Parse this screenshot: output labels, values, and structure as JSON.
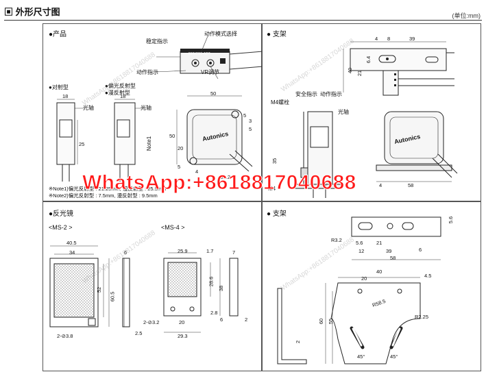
{
  "header": {
    "title": "外形尺寸图",
    "unit": "(单位:mm)"
  },
  "panels": {
    "product": {
      "title": "●产品",
      "labels": {
        "stable": "稳定指示",
        "mode_sel": "动作模式选择",
        "action": "动作指示",
        "vr": "VR调节",
        "through": "●对射型",
        "polar": "●偏光反射型",
        "retro": "●漫反射型",
        "axis1": "光轴",
        "axis2": "光轴",
        "note1_side": "Note1",
        "brand": "Autonics",
        "model": "BENCS0-ADT"
      },
      "dims": {
        "d18a": "18",
        "d18b": "18",
        "d25": "25",
        "d50w": "50",
        "d50h": "50",
        "d20": "20",
        "d5a": "5",
        "d5b": "5",
        "d4": "4",
        "d3": "3",
        "d5c": "5",
        "cable": "ø2.2"
      },
      "notes": [
        "※Note1)偏光反射型 : 21.25mm, 漫反射型 : 25.5mm",
        "※Note2)偏光反射型 : 7.5mm, 漫反射型 : 9.5mm"
      ]
    },
    "bracket1": {
      "title": "● 支架",
      "labels": {
        "m4": "M4螺栓",
        "safety": "安全指示",
        "action": "动作指示",
        "axis": "光轴",
        "brand": "Autonics",
        "m4b": "M4"
      },
      "dims": {
        "d4": "4",
        "d8": "8",
        "d39": "39",
        "d40": "40",
        "d21": "21",
        "d64": "6.4",
        "d35": "35",
        "d58": "58",
        "d4b": "4"
      }
    },
    "reflector": {
      "title": "●反光镜",
      "ms2": "<MS-2 >",
      "ms4": "<MS-4 >",
      "dims": {
        "d405": "40.5",
        "d34": "34",
        "d52": "52",
        "d605": "60.5",
        "d6": "6",
        "d25": "2.5",
        "hole2": "2-⊘3.8",
        "d259": "25.9",
        "d17": "1.7",
        "d286": "28.6",
        "d38": "38",
        "d7": "7",
        "hole4": "2-⊘3.2",
        "d20": "20",
        "d293": "29.3",
        "d28": "2.8",
        "d6b": "6",
        "d2": "2"
      }
    },
    "bracket2": {
      "title": "● 支架",
      "dims": {
        "r32": "R3.2",
        "d56a": "5.6",
        "d56b": "5.6",
        "d21": "21",
        "d12": "12",
        "d39": "39",
        "d58": "58",
        "d6": "6",
        "d40": "40",
        "d20": "20",
        "d45": "4.5",
        "r58": "R58.5",
        "d60": "60",
        "d55": "55",
        "r225": "R2.25",
        "d2": "2",
        "a45a": "45°",
        "a45b": "45°"
      }
    }
  },
  "watermark": "WhatsApp:+8618817040688",
  "watermark_small": "WhatsApp:+8618817040688"
}
